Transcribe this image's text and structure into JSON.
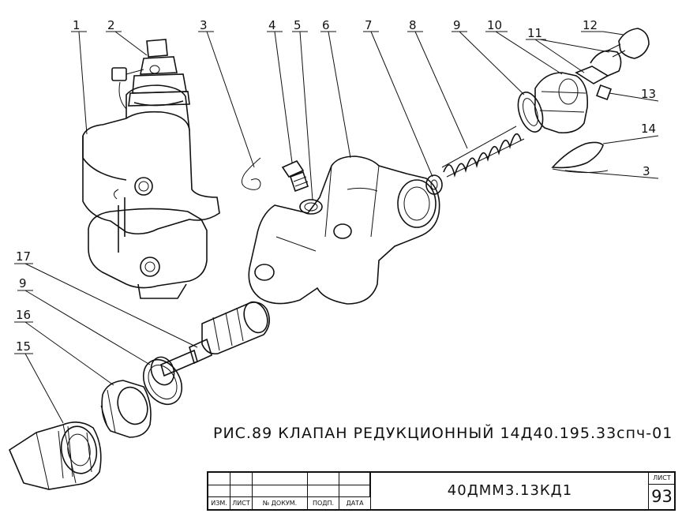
{
  "callouts": [
    "1",
    "2",
    "3",
    "4",
    "5",
    "6",
    "7",
    "8",
    "9",
    "10",
    "11",
    "12",
    "13",
    "14",
    "3",
    "17",
    "9",
    "16",
    "15"
  ],
  "caption": "РИС.89  КЛАПАН  РЕДУКЦИОННЫЙ 14Д40.195.33спч-01",
  "title_block": {
    "headers": [
      "ИЗМ.",
      "ЛИСТ",
      "№ ДОКУМ.",
      "ПОДП.",
      "ДАТА"
    ],
    "document": "40ДММ3.13КД1",
    "sheet_label": "ЛИСТ",
    "sheet_number": "93"
  }
}
